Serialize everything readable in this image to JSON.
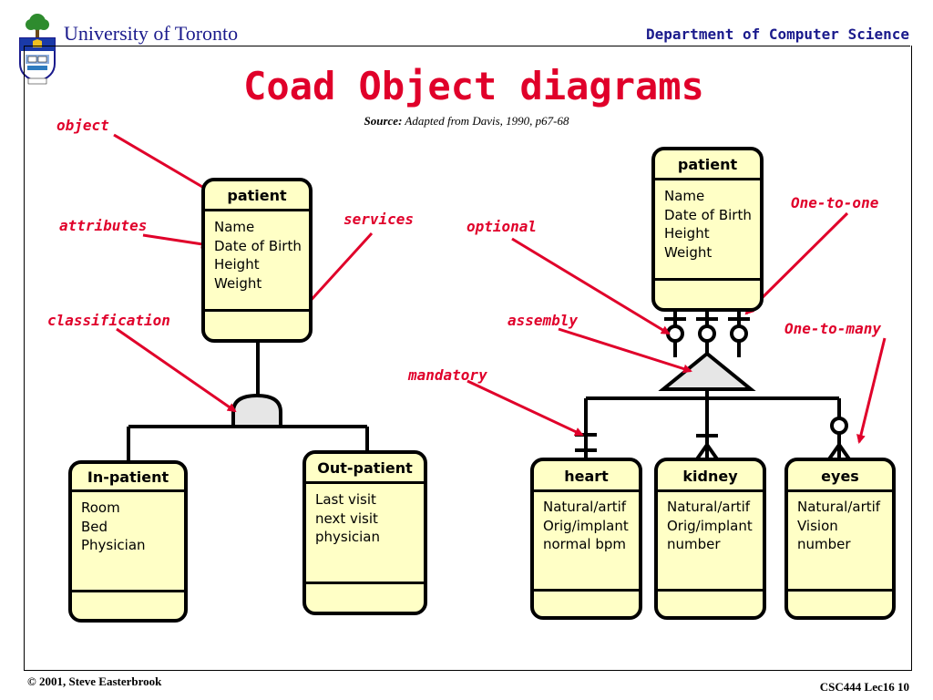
{
  "header": {
    "university": "University of Toronto",
    "department": "Department of Computer Science"
  },
  "title": "Coad Object diagrams",
  "source": {
    "prefix": "Source:",
    "text": "Adapted from Davis, 1990, p67-68"
  },
  "footer": {
    "copyright": "© 2001, Steve Easterbrook",
    "course": "CSC444 Lec16 10"
  },
  "labels": {
    "object": "object",
    "attributes": "attributes",
    "services": "services",
    "classification": "classification",
    "optional": "optional",
    "assembly": "assembly",
    "mandatory": "mandatory",
    "one_to_one": "One-to-one",
    "one_to_many": "One-to-many"
  },
  "objects": {
    "patient_left": {
      "name": "patient",
      "attributes": [
        "Name",
        "Date of Birth",
        "Height",
        "Weight"
      ]
    },
    "in_patient": {
      "name": "In-patient",
      "attributes": [
        "Room",
        "Bed",
        "Physician"
      ]
    },
    "out_patient": {
      "name": "Out-patient",
      "attributes": [
        "Last visit",
        "next visit",
        "physician"
      ]
    },
    "patient_right": {
      "name": "patient",
      "attributes": [
        "Name",
        "Date of Birth",
        "Height",
        "Weight"
      ]
    },
    "heart": {
      "name": "heart",
      "attributes": [
        "Natural/artif",
        "Orig/implant",
        "normal bpm"
      ]
    },
    "kidney": {
      "name": "kidney",
      "attributes": [
        "Natural/artif",
        "Orig/implant",
        "number"
      ]
    },
    "eyes": {
      "name": "eyes",
      "attributes": [
        "Natural/artif",
        "Vision",
        "number"
      ]
    }
  },
  "colors": {
    "accent": "#e0002a",
    "header_blue": "#1a1a8c",
    "box_fill": "#ffffc6"
  }
}
